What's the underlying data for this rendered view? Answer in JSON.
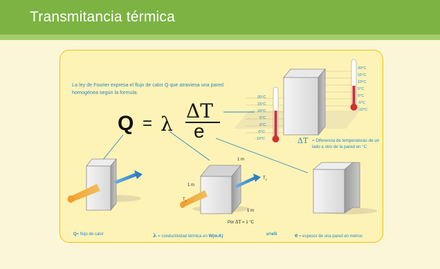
{
  "header": {
    "title": "Transmitancia térmica"
  },
  "intro": "La ley de Fourier expresa el flujo de calor Q que atraviesa una pared homogénea según la formula:",
  "formula": {
    "q": "Q",
    "equals": "=",
    "lambda": "λ",
    "numerator": "ΔT",
    "denominator": "e"
  },
  "thermo_left": [
    "20°C",
    "15°C",
    "10°C",
    "5°C",
    "0°C",
    "-5°C",
    "-10°C"
  ],
  "thermo_right": [
    "20°C",
    "15°C",
    "10°C",
    "5°C",
    "0°C",
    "-5°C",
    "-10°C"
  ],
  "delta_t": {
    "symbol": "ΔT",
    "text": "= Diferencia de temperaturas de un lado a otro de la pared en °C"
  },
  "cube": {
    "dim_top": "1 m",
    "dim_left": "1 m",
    "dim_bottom": "1 m",
    "t1": "T",
    "t1_sub": "1",
    "t2": "T",
    "t2_sub": "2",
    "por": "Por",
    "por_delta": "ΔT",
    "por_rest": "= 1 °C"
  },
  "captions": {
    "q_symbol": "Q",
    "q_text": "= flujo de calor",
    "lambda_symbol": "λ",
    "lambda_text": "= conductividad térmica en",
    "lambda_unit": "W(m.K)",
    "u_text": "u=e/λ",
    "e_symbol": "e",
    "e_text": "= espesor de una pared en metros"
  },
  "colors": {
    "header": "#7cb342",
    "subband": "#a6cf6a",
    "background": "#fbf6d8",
    "panel": "#fdf3b6",
    "panel_border": "#f2c200",
    "text_blue": "#1e88c8",
    "arrow_orange": "#f39a1e",
    "thermo_red": "#d32f2f"
  }
}
